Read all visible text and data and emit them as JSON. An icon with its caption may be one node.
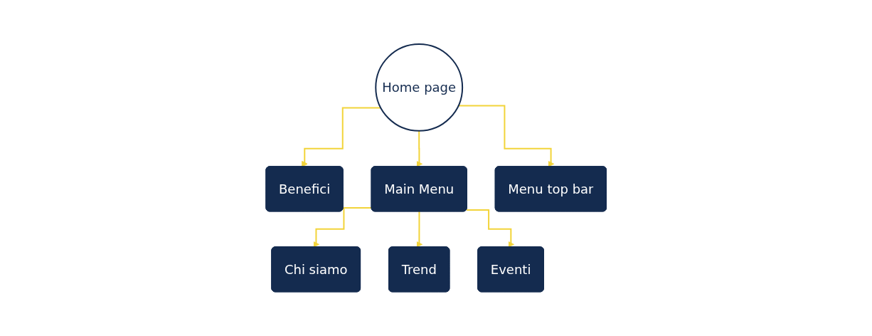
{
  "diagram": {
    "nodes": [
      {
        "text": [
          "Home page"
        ]
      },
      {
        "text": [
          "Benefici"
        ]
      },
      {
        "text": [
          "Main Menu"
        ]
      },
      {
        "text": [
          "Menu top bar"
        ]
      },
      {
        "text": [
          "Chi siamo"
        ]
      },
      {
        "text": [
          "Trend"
        ]
      },
      {
        "text": [
          "Eventi"
        ]
      }
    ],
    "edges": [
      {
        "from": 0,
        "to": 1,
        "arrow": "to"
      },
      {
        "from": 0,
        "to": 2,
        "arrow": "to"
      },
      {
        "from": 0,
        "to": 3,
        "arrow": "to"
      },
      {
        "from": 2,
        "to": 4,
        "arrow": "to"
      },
      {
        "from": 2,
        "to": 5,
        "arrow": "to"
      },
      {
        "from": 2,
        "to": 6,
        "arrow": "to"
      }
    ]
  }
}
